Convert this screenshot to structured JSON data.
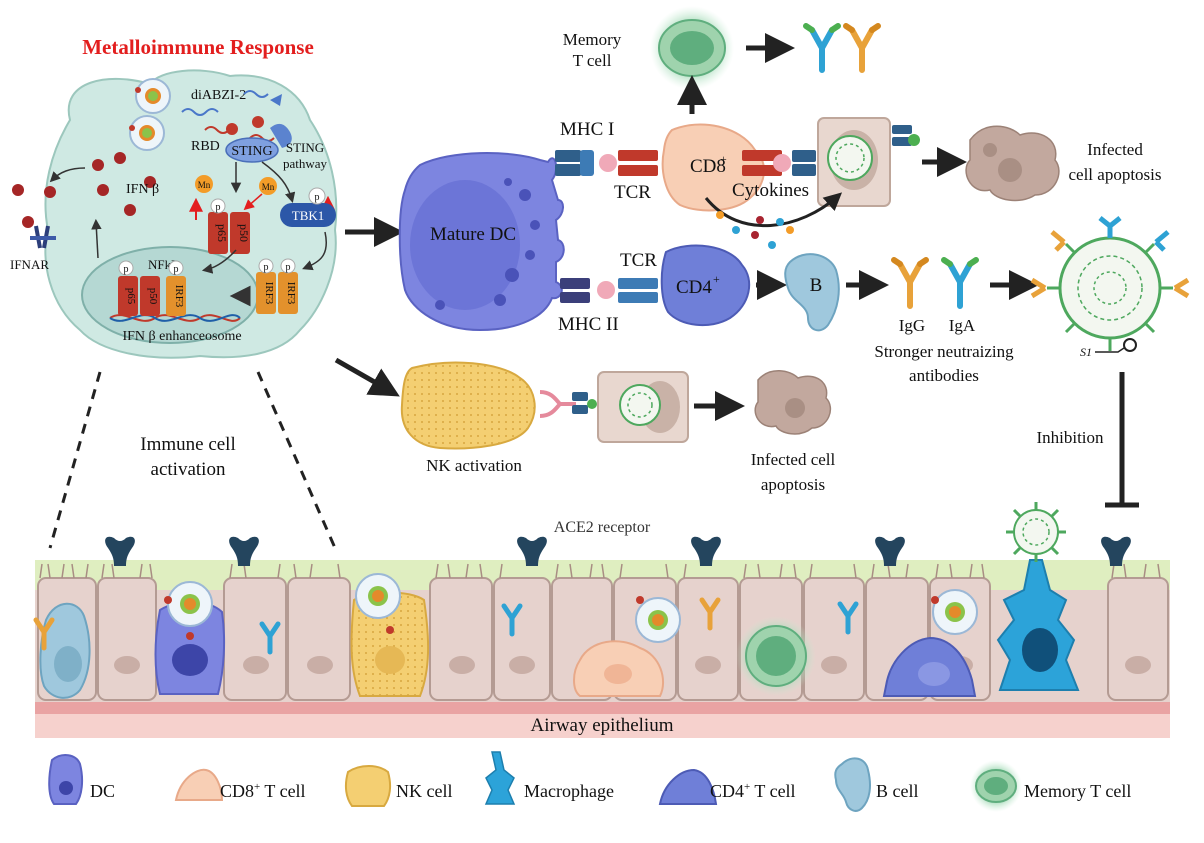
{
  "title": "Metalloimmune Response",
  "infected_cell": {
    "agonist": "diABZI-2",
    "rbd": "RBD",
    "sting": "STING",
    "sting_pathway": [
      "STING",
      "pathway"
    ],
    "tbk1": "TBK1",
    "mn": "Mn",
    "ifn_beta": "IFN β",
    "ifnar": "IFNAR",
    "nfkb": "NFkB",
    "p65": "p65",
    "p50": "p50",
    "irf3": "IRF3",
    "phospho": "p",
    "enhanceosome": "IFN β enhanceosome"
  },
  "dc": {
    "label": "Mature DC",
    "mhc1": "MHC I",
    "mhc2": "MHC II",
    "tcr_top": "TCR",
    "tcr_bottom": "TCR"
  },
  "t_cells": {
    "cd8": "CD8",
    "cd4": "CD4",
    "superscript": "+",
    "memory": [
      "Memory",
      "T cell"
    ],
    "cytokines": "Cytokines",
    "b": "B"
  },
  "antibodies": {
    "igg": "IgG",
    "iga": "IgA",
    "stronger": [
      "Stronger neutraizing",
      "antibodies"
    ],
    "s1": "S1"
  },
  "outcomes": {
    "infected_apoptosis_top": [
      "Infected",
      "cell apoptosis"
    ],
    "nk_activation": "NK activation",
    "infected_apoptosis_mid": [
      "Infected cell",
      "apoptosis"
    ],
    "inhibition": "Inhibition",
    "immune_activation": [
      "Immune cell",
      "activation"
    ]
  },
  "epithelium": {
    "ace2": "ACE2 receptor",
    "label": "Airway epithelium"
  },
  "legend": {
    "dc": "DC",
    "cd8": "CD8",
    "cd8_suffix": " T cell",
    "nk": "NK cell",
    "macrophage": "Macrophage",
    "cd4": "CD4",
    "cd4_suffix": " T cell",
    "b": "B cell",
    "memory": "Memory T cell"
  },
  "colors": {
    "title": "#e31e1e",
    "infected_cell_fill": "#cfe9e3",
    "dc_fill": "#7d85e0",
    "cd8_fill": "#f8cfb5",
    "cd4_fill": "#6f7fd8",
    "nk_fill": "#f4cf72",
    "b_fill": "#9fc8dd",
    "macrophage_fill": "#2ca3d9",
    "memory_fill": "#5fae7e",
    "epithelium_fill": "#e6d2cd",
    "airway_band": "#f6d1cd"
  }
}
